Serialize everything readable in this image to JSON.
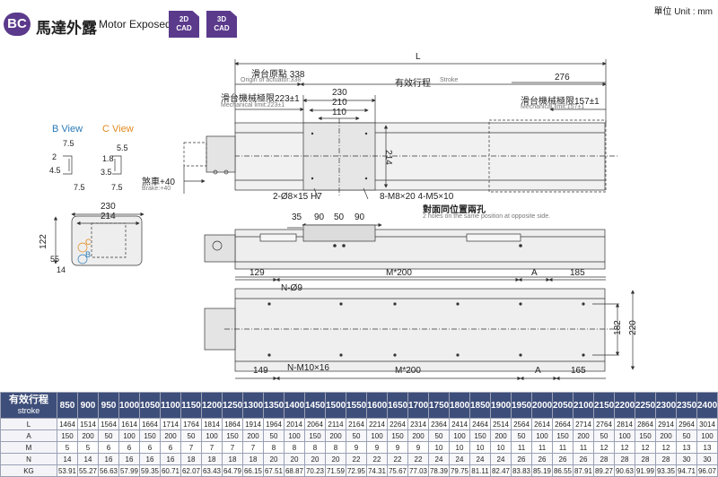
{
  "header": {
    "badge": "BC",
    "title_zh": "馬達外露",
    "title_en": "Motor Exposed",
    "cad2d_top": "2D",
    "cad2d_bottom": "CAD",
    "cad3d_top": "3D",
    "cad3d_bottom": "CAD",
    "unit": "單位 Unit : mm"
  },
  "drawing": {
    "b_view": "B View",
    "c_view": "C View",
    "dim_L": "L",
    "origin_zh": "滑台原點 338",
    "origin_en": "Origin of actuator:338",
    "stroke_zh": "有效行程",
    "stroke_en": "Stroke",
    "dim_276": "276",
    "mech_left_zh": "滑台機械極限223±1",
    "mech_left_en": "Mechanical limit:223±1",
    "mech_right_zh": "滑台機械極限157±1",
    "mech_right_en": "Mechanical limit:157±1",
    "dim_230_top": "230",
    "dim_210": "210",
    "dim_110": "110",
    "dim_214_v": "214",
    "brake_zh": "煞車+40",
    "brake_en": "Brake:+40",
    "pin_note": "2-Ø8×15 H7",
    "screw_note": "8-M8×20  4-M5×10",
    "opp_zh": "對面同位置兩孔",
    "opp_en": "2 holes on the same position at opposite side.",
    "d_35": "35",
    "d_90a": "90",
    "d_50": "50",
    "d_90b": "90",
    "bv_75a": "7.5",
    "bv_2": "2",
    "bv_45": "4.5",
    "bv_75b": "7.5",
    "cv_55": "5.5",
    "cv_18": "1.8",
    "cv_35": "3.5",
    "cv_75": "7.5",
    "end_230": "230",
    "end_214": "214",
    "end_122": "122",
    "end_55": "55",
    "end_14": "14",
    "c_mark": "C",
    "b_mark": "B",
    "d_129": "129",
    "m200_top": "M*200",
    "a_top": "A",
    "d_185": "185",
    "n_phi9": "N-Ø9",
    "d_182": "182",
    "d_220": "220",
    "d_149": "149",
    "n_m10": "N-M10×16",
    "m200_bot": "M*200",
    "a_bot": "A",
    "d_165": "165"
  },
  "table": {
    "corner_zh": "有效行程",
    "corner_en": "stroke",
    "strokes": [
      "850",
      "900",
      "950",
      "1000",
      "1050",
      "1100",
      "1150",
      "1200",
      "1250",
      "1300",
      "1350",
      "1400",
      "1450",
      "1500",
      "1550",
      "1600",
      "1650",
      "1700",
      "1750",
      "1800",
      "1850",
      "1900",
      "1950",
      "2000",
      "2050",
      "2100",
      "2150",
      "2200",
      "2250",
      "2300",
      "2350",
      "2400"
    ],
    "rows": [
      {
        "label": "L",
        "values": [
          "1464",
          "1514",
          "1564",
          "1614",
          "1664",
          "1714",
          "1764",
          "1814",
          "1864",
          "1914",
          "1964",
          "2014",
          "2064",
          "2114",
          "2164",
          "2214",
          "2264",
          "2314",
          "2364",
          "2414",
          "2464",
          "2514",
          "2564",
          "2614",
          "2664",
          "2714",
          "2764",
          "2814",
          "2864",
          "2914",
          "2964",
          "3014"
        ]
      },
      {
        "label": "A",
        "values": [
          "150",
          "200",
          "50",
          "100",
          "150",
          "200",
          "50",
          "100",
          "150",
          "200",
          "50",
          "100",
          "150",
          "200",
          "50",
          "100",
          "150",
          "200",
          "50",
          "100",
          "150",
          "200",
          "50",
          "100",
          "150",
          "200",
          "50",
          "100",
          "150",
          "200",
          "50",
          "100"
        ]
      },
      {
        "label": "M",
        "values": [
          "5",
          "5",
          "6",
          "6",
          "6",
          "6",
          "7",
          "7",
          "7",
          "7",
          "8",
          "8",
          "8",
          "8",
          "9",
          "9",
          "9",
          "9",
          "10",
          "10",
          "10",
          "10",
          "11",
          "11",
          "11",
          "11",
          "12",
          "12",
          "12",
          "12",
          "13",
          "13"
        ]
      },
      {
        "label": "N",
        "values": [
          "14",
          "14",
          "16",
          "16",
          "16",
          "16",
          "18",
          "18",
          "18",
          "18",
          "20",
          "20",
          "20",
          "20",
          "22",
          "22",
          "22",
          "22",
          "24",
          "24",
          "24",
          "24",
          "26",
          "26",
          "26",
          "26",
          "28",
          "28",
          "28",
          "28",
          "30",
          "30"
        ]
      },
      {
        "label": "KG",
        "values": [
          "53.91",
          "55.27",
          "56.63",
          "57.99",
          "59.35",
          "60.71",
          "62.07",
          "63.43",
          "64.79",
          "66.15",
          "67.51",
          "68.87",
          "70.23",
          "71.59",
          "72.95",
          "74.31",
          "75.67",
          "77.03",
          "78.39",
          "79.75",
          "81.11",
          "82.47",
          "83.83",
          "85.19",
          "86.55",
          "87.91",
          "89.27",
          "90.63",
          "91.99",
          "93.35",
          "94.71",
          "96.07"
        ]
      }
    ]
  },
  "colors": {
    "brand": "#5b3a8c",
    "table_header": "#3e4e7a",
    "b_view": "#2a7ab8",
    "c_view": "#e08a1e"
  }
}
